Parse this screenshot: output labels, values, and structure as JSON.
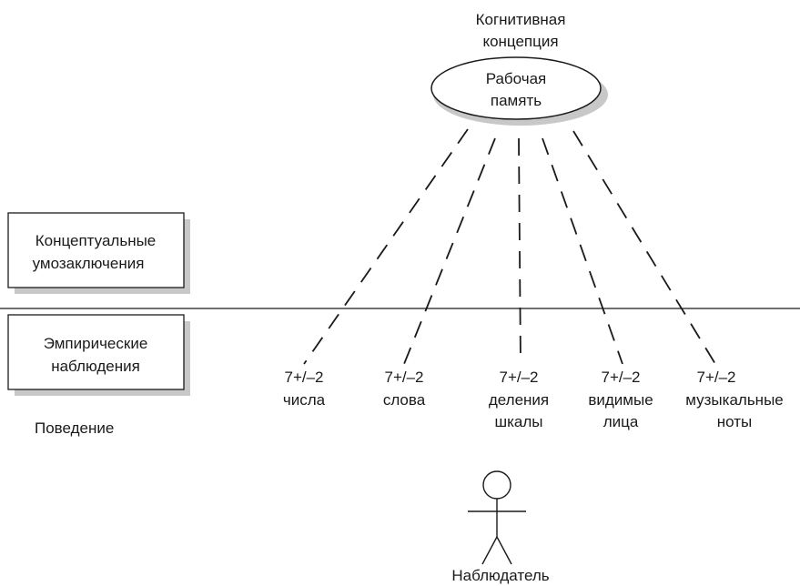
{
  "top_concept": {
    "line1": "Когнитивная",
    "line2": "концепция"
  },
  "center_node": {
    "line1": "Рабочая",
    "line2": "память"
  },
  "left_boxes": {
    "conceptual": {
      "line1": "Концептуальные",
      "line2": "умозаключения"
    },
    "empirical": {
      "line1": "Эмпирические",
      "line2": "наблюдения"
    }
  },
  "behavior_label": "Поведение",
  "observations": [
    {
      "value": "7+/–2",
      "line1": "числа",
      "line2": ""
    },
    {
      "value": "7+/–2",
      "line1": "слова",
      "line2": ""
    },
    {
      "value": "7+/–2",
      "line1": "деления",
      "line2": "шкалы"
    },
    {
      "value": "7+/–2",
      "line1": "видимые",
      "line2": "лица"
    },
    {
      "value": "7+/–2",
      "line1": "музыкальные",
      "line2": "ноты"
    }
  ],
  "observer_label": "Наблюдатель",
  "colors": {
    "ink": "#1a1a1a",
    "shadow": "#c8c8c8"
  }
}
